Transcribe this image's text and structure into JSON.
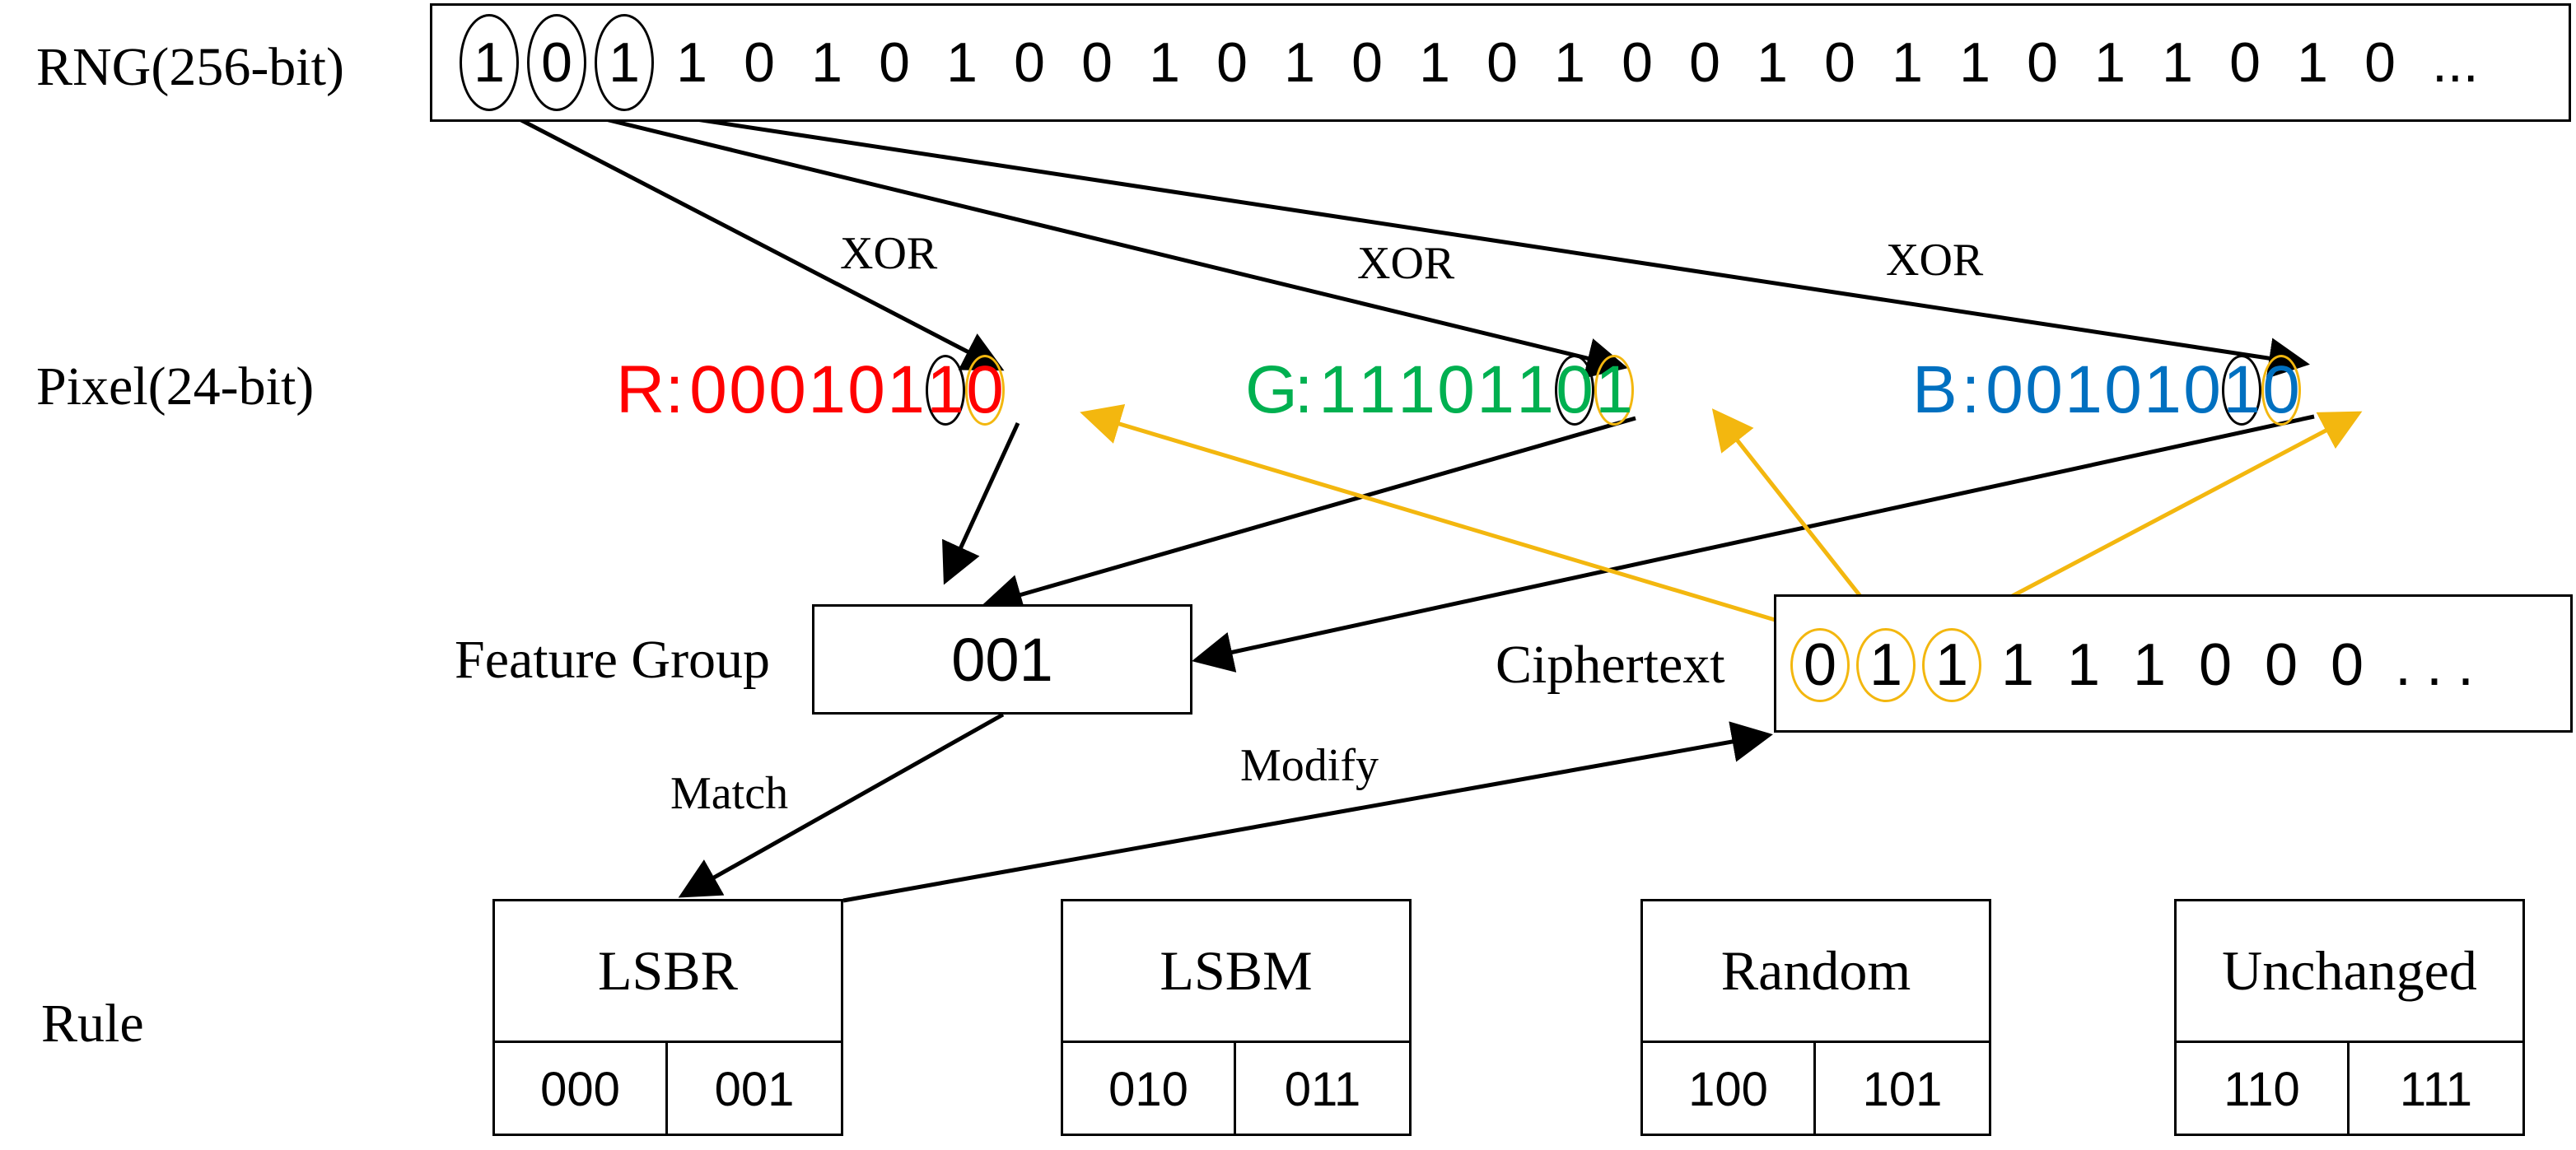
{
  "labels": {
    "rng": "RNG(256-bit)",
    "pixel": "Pixel(24-bit)",
    "feature_group": "Feature Group",
    "ciphertext": "Ciphertext",
    "rule": "Rule",
    "xor": "XOR",
    "match": "Match",
    "modify": "Modify"
  },
  "rng": {
    "circled_bits": [
      "1",
      "0",
      "1"
    ],
    "bits": [
      "1",
      "0",
      "1",
      "0",
      "1",
      "0",
      "0",
      "1",
      "0",
      "1",
      "0",
      "1",
      "0",
      "1",
      "0",
      "0",
      "1",
      "0",
      "1",
      "1",
      "0",
      "1",
      "1",
      "0",
      "1",
      "0"
    ],
    "ellipsis": "..."
  },
  "pixel": {
    "r": {
      "label": "R",
      "colon": ":",
      "bits": [
        "0",
        "0",
        "0",
        "1",
        "0",
        "1",
        "1",
        "0"
      ],
      "color": "#ff0000"
    },
    "g": {
      "label": "G",
      "colon": ":",
      "bits": [
        "1",
        "1",
        "1",
        "0",
        "1",
        "1",
        "0",
        "1"
      ],
      "color": "#00b050"
    },
    "b": {
      "label": "B",
      "colon": ":",
      "bits": [
        "0",
        "0",
        "1",
        "0",
        "1",
        "0",
        "1",
        "0"
      ],
      "color": "#0070c0"
    }
  },
  "feature_group": {
    "value": "001"
  },
  "ciphertext": {
    "circled_bits": [
      "0",
      "1",
      "1"
    ],
    "bits": [
      "1",
      "1",
      "1",
      "0",
      "0",
      "0"
    ],
    "ellipsis": "..."
  },
  "rules": [
    {
      "name": "LSBR",
      "codes": [
        "000",
        "001"
      ]
    },
    {
      "name": "LSBM",
      "codes": [
        "010",
        "011"
      ]
    },
    {
      "name": "Random",
      "codes": [
        "100",
        "101"
      ]
    },
    {
      "name": "Unchanged",
      "codes": [
        "110",
        "111"
      ]
    }
  ],
  "colors": {
    "arrow_black": "#000000",
    "arrow_yellow": "#f3b70f",
    "red": "#ff0000",
    "green": "#00b050",
    "blue": "#0070c0"
  }
}
